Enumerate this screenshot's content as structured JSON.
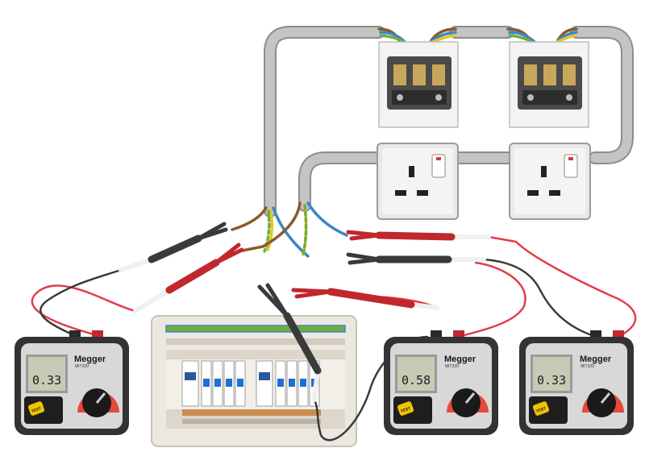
{
  "meters": [
    {
      "brand": "Megger",
      "model": "MIT320",
      "reading": "0.33",
      "test_label": "TEST"
    },
    {
      "brand": "Megger",
      "model": "MIT320",
      "reading": "0.58",
      "test_label": "TEST"
    },
    {
      "brand": "Megger",
      "model": "MIT320",
      "reading": "0.33",
      "test_label": "TEST"
    }
  ],
  "colors": {
    "conduit": "#b3b3b3",
    "probe_red": "#c0282d",
    "probe_black": "#3a3a3a",
    "wire_brown": "#8a5a2b",
    "wire_blue": "#3c86c9",
    "wire_earth_green": "#6fae3a",
    "wire_earth_yellow": "#e5c62a",
    "meter_body": "#333333",
    "meter_face": "#d8d8d8"
  },
  "icons": [
    "socket-outlet-icon",
    "test-probe-icon",
    "crocodile-clip-icon",
    "rotary-dial-icon",
    "test-button-icon"
  ]
}
